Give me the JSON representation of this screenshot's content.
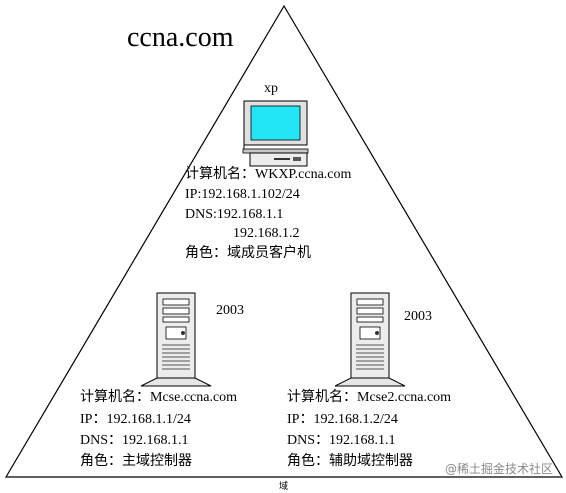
{
  "domain_name": "ccna.com",
  "domain_caption": "域",
  "watermark": "@稀土掘金技术社区",
  "client": {
    "label": "xp",
    "lines": [
      "计算机名：WKXP.ccna.com",
      "IP:192.168.1.102/24",
      "DNS:192.168.1.1",
      "192.168.1.2",
      "角色：域成员客户机"
    ]
  },
  "server_left": {
    "label": "2003",
    "lines": [
      "计算机名：Mcse.ccna.com",
      "IP：192.168.1.1/24",
      "DNS：192.168.1.1",
      "角色：主域控制器"
    ]
  },
  "server_right": {
    "label": "2003",
    "lines": [
      "计算机名：Mcse2.ccna.com",
      "IP：192.168.1.2/24",
      "DNS：192.168.1.1",
      "角色：辅助域控制器"
    ]
  },
  "icons": [
    "computer-icon",
    "server-icon"
  ],
  "colors": {
    "line": "#000000",
    "screen": "#22e6f5"
  }
}
